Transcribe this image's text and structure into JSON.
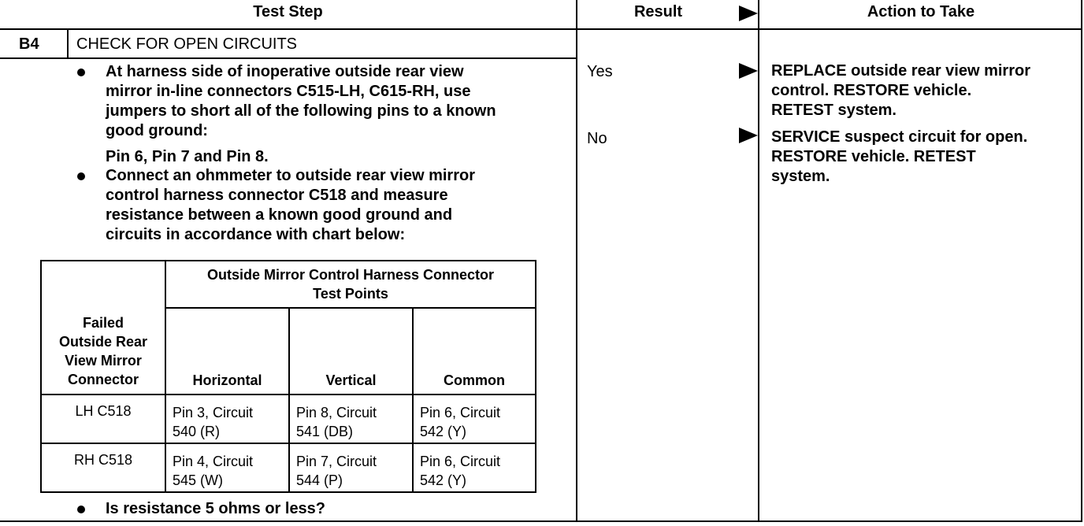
{
  "headers": {
    "test_step": "Test Step",
    "result": "Result",
    "action": "Action to Take"
  },
  "step": {
    "id": "B4",
    "title": "CHECK FOR OPEN CIRCUITS",
    "bullet1_lines": [
      "At harness side of inoperative outside rear view",
      "mirror in-line connectors C515-LH, C615-RH, use",
      "jumpers to short all of the following pins to a known",
      "good ground:"
    ],
    "pins_line": "Pin 6, Pin 7 and Pin 8.",
    "bullet2_lines": [
      "Connect an ohmmeter to outside rear view mirror",
      "control harness connector C518 and measure",
      "resistance between a known good ground and",
      "circuits in accordance with chart below:"
    ],
    "question": "Is resistance 5 ohms or less?"
  },
  "chart": {
    "row_header_lines": [
      "Failed",
      "Outside Rear",
      "View Mirror",
      "Connector"
    ],
    "group_header_lines": [
      "Outside Mirror Control Harness Connector",
      "Test Points"
    ],
    "columns": [
      "Horizontal",
      "Vertical",
      "Common"
    ],
    "rows": [
      {
        "label": "LH C518",
        "cells": [
          [
            "Pin 3, Circuit",
            "540 (R)"
          ],
          [
            "Pin 8, Circuit",
            "541 (DB)"
          ],
          [
            "Pin 6, Circuit",
            "542 (Y)"
          ]
        ]
      },
      {
        "label": "RH C518",
        "cells": [
          [
            "Pin 4, Circuit",
            "545 (W)"
          ],
          [
            "Pin 7, Circuit",
            "544 (P)"
          ],
          [
            "Pin 6, Circuit",
            "542 (Y)"
          ]
        ]
      }
    ]
  },
  "results": [
    {
      "label": "Yes",
      "action_lines": [
        "REPLACE outside rear view mirror",
        "control. RESTORE vehicle.",
        "RETEST system."
      ]
    },
    {
      "label": "No",
      "action_lines": [
        "SERVICE suspect circuit for open.",
        "RESTORE vehicle. RETEST",
        "system."
      ]
    }
  ]
}
